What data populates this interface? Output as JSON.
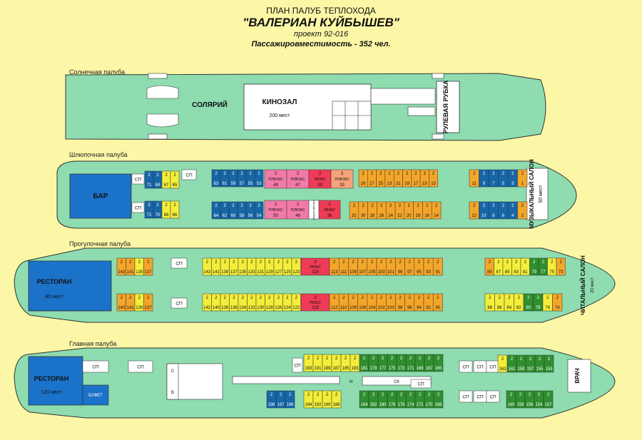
{
  "header": {
    "line1": "ПЛАН ПАЛУБ ТЕПЛОХОДА",
    "line2": "\"ВАЛЕРИАН КУЙБЫШЕВ\"",
    "line3": "проект 92-016",
    "line4": "Пассажировместимость - 352 чел."
  },
  "colors": {
    "hull": "#8edcb0",
    "blue_cabin": "#1666a8",
    "yellow_cabin": "#f4ee3a",
    "orange_cabin": "#f4a62a",
    "green_cabin": "#2f8f2f",
    "lux_pink": "#f27aa8",
    "lux_red": "#ef3b56",
    "plus_orange": "#f6a27a",
    "bar_blue": "#1b72c9",
    "service_white": "#ffffff"
  },
  "decks": {
    "sun": {
      "label": "Солнечная палуба",
      "solarium": "СОЛЯРИЙ",
      "cinema": "КИНОЗАЛ",
      "cinema_seats": "200 мест",
      "wheelhouse": "РУЛЕВАЯ РУБКА"
    },
    "boat": {
      "label": "Шлюпочная палуба",
      "bar": "БАР",
      "music_salon": "МУЗЫКАЛЬНЫЙ САЛОН",
      "music_seats": "50 мест",
      "sp": "СП",
      "entrance": "вход в кинозал",
      "top_row": [
        {
          "n": "71",
          "c": "blue_cabin"
        },
        {
          "n": "69",
          "c": "blue_cabin"
        },
        {
          "n": "67",
          "c": "yellow_cabin",
          "t": "2"
        },
        {
          "n": "65",
          "c": "yellow_cabin",
          "t": "2"
        },
        {
          "n": "63",
          "c": "blue_cabin"
        },
        {
          "n": "61",
          "c": "blue_cabin"
        },
        {
          "n": "59",
          "c": "blue_cabin"
        },
        {
          "n": "57",
          "c": "blue_cabin"
        },
        {
          "n": "55",
          "c": "blue_cabin"
        },
        {
          "n": "53",
          "c": "blue_cabin"
        },
        {
          "n": "49",
          "c": "lux_pink",
          "t": "2",
          "s": "ПЛЮКС"
        },
        {
          "n": "47",
          "c": "lux_pink",
          "t": "2",
          "s": "ПЛЮКС"
        },
        {
          "n": "39",
          "c": "lux_red",
          "t": "2",
          "s": "ЛЮКС"
        },
        {
          "n": "33",
          "c": "plus_orange",
          "t": "3",
          "s": "ПЛЮКС"
        },
        {
          "n": "29",
          "c": "orange_cabin",
          "t": "2"
        },
        {
          "n": "27",
          "c": "orange_cabin",
          "t": "2"
        },
        {
          "n": "25",
          "c": "orange_cabin",
          "t": "2"
        },
        {
          "n": "23",
          "c": "orange_cabin",
          "t": "2"
        },
        {
          "n": "21",
          "c": "orange_cabin",
          "t": "2"
        },
        {
          "n": "19",
          "c": "orange_cabin",
          "t": "2"
        },
        {
          "n": "17",
          "c": "orange_cabin",
          "t": "2"
        },
        {
          "n": "15",
          "c": "orange_cabin",
          "t": "2"
        },
        {
          "n": "13",
          "c": "orange_cabin",
          "t": "2"
        },
        {
          "n": "11",
          "c": "orange_cabin",
          "t": "2"
        },
        {
          "n": "9",
          "c": "blue_cabin"
        },
        {
          "n": "7",
          "c": "blue_cabin"
        },
        {
          "n": "5",
          "c": "blue_cabin"
        },
        {
          "n": "3",
          "c": "blue_cabin"
        },
        {
          "n": "1",
          "c": "orange_cabin",
          "t": "2"
        }
      ],
      "bottom_row": [
        {
          "n": "72",
          "c": "blue_cabin"
        },
        {
          "n": "70",
          "c": "blue_cabin"
        },
        {
          "n": "68",
          "c": "yellow_cabin",
          "t": "2"
        },
        {
          "n": "66",
          "c": "yellow_cabin",
          "t": "2"
        },
        {
          "n": "64",
          "c": "blue_cabin"
        },
        {
          "n": "62",
          "c": "blue_cabin"
        },
        {
          "n": "60",
          "c": "blue_cabin"
        },
        {
          "n": "58",
          "c": "blue_cabin"
        },
        {
          "n": "56",
          "c": "blue_cabin"
        },
        {
          "n": "54",
          "c": "blue_cabin"
        },
        {
          "n": "50",
          "c": "lux_pink",
          "t": "2",
          "s": "ПЛЮКС"
        },
        {
          "n": "48",
          "c": "lux_pink",
          "t": "2",
          "s": "ПЛЮКС"
        },
        {
          "n": "36",
          "c": "lux_red",
          "t": "2",
          "s": "ЛЮКС"
        },
        {
          "n": "32",
          "c": "orange_cabin",
          "t": "2"
        },
        {
          "n": "30",
          "c": "orange_cabin",
          "t": "2"
        },
        {
          "n": "28",
          "c": "orange_cabin",
          "t": "2"
        },
        {
          "n": "26",
          "c": "orange_cabin",
          "t": "2"
        },
        {
          "n": "24",
          "c": "orange_cabin",
          "t": "2"
        },
        {
          "n": "22",
          "c": "orange_cabin",
          "t": "2"
        },
        {
          "n": "20",
          "c": "orange_cabin",
          "t": "2"
        },
        {
          "n": "18",
          "c": "orange_cabin",
          "t": "2"
        },
        {
          "n": "16",
          "c": "orange_cabin",
          "t": "2"
        },
        {
          "n": "14",
          "c": "orange_cabin",
          "t": "2"
        },
        {
          "n": "12",
          "c": "orange_cabin",
          "t": "2"
        },
        {
          "n": "10",
          "c": "blue_cabin"
        },
        {
          "n": "8",
          "c": "blue_cabin"
        },
        {
          "n": "6",
          "c": "blue_cabin"
        },
        {
          "n": "4",
          "c": "blue_cabin"
        },
        {
          "n": "2",
          "c": "orange_cabin",
          "t": "2"
        }
      ]
    },
    "promenade": {
      "label": "Прогулочная палуба",
      "restaurant": "РЕСТОРАН",
      "restaurant_seats": "80 мест",
      "reading_salon": "ЧИТАЛЬНЫЙ САЛОН",
      "reading_seats": "20 мест",
      "sp": "СП",
      "lux_top": {
        "n": "119",
        "t": "2",
        "s": "ЛЮКС"
      },
      "lux_bottom": {
        "n": "118",
        "t": "2",
        "s": "ЛЮКС"
      },
      "top_left": [
        {
          "n": "143",
          "c": "orange_cabin"
        },
        {
          "n": "141",
          "c": "orange_cabin"
        },
        {
          "n": "139",
          "c": "yellow_cabin"
        },
        {
          "n": "137",
          "c": "orange_cabin"
        }
      ],
      "bottom_left": [
        {
          "n": "143",
          "c": "orange_cabin"
        },
        {
          "n": "141",
          "c": "orange_cabin"
        },
        {
          "n": "139",
          "c": "yellow_cabin"
        },
        {
          "n": "137",
          "c": "orange_cabin"
        }
      ],
      "top_mid": [
        "143",
        "141",
        "139",
        "137",
        "135",
        "133",
        "131",
        "129",
        "127",
        "125",
        "123"
      ],
      "bottom_mid": [
        "142",
        "140",
        "138",
        "136",
        "134",
        "132",
        "130",
        "128",
        "126",
        "124",
        "122"
      ],
      "top_right": [
        "113",
        "111",
        "109",
        "107",
        "105",
        "103",
        "101",
        "99",
        "97",
        "95",
        "93",
        "91"
      ],
      "bottom_right": [
        "112",
        "110",
        "108",
        "106",
        "104",
        "102",
        "100",
        "98",
        "96",
        "94",
        "92",
        "90"
      ],
      "top_far": [
        {
          "n": "89",
          "c": "orange_cabin"
        },
        {
          "n": "87",
          "c": "yellow_cabin"
        },
        {
          "n": "85",
          "c": "yellow_cabin"
        },
        {
          "n": "83",
          "c": "yellow_cabin"
        },
        {
          "n": "81",
          "c": "yellow_cabin"
        },
        {
          "n": "79",
          "c": "green_cabin"
        },
        {
          "n": "77",
          "c": "green_cabin"
        },
        {
          "n": "75",
          "c": "yellow_cabin"
        },
        {
          "n": "73",
          "c": "orange_cabin"
        }
      ],
      "bottom_far": [
        {
          "n": "88",
          "c": "yellow_cabin"
        },
        {
          "n": "86",
          "c": "yellow_cabin"
        },
        {
          "n": "84",
          "c": "yellow_cabin"
        },
        {
          "n": "82",
          "c": "yellow_cabin"
        },
        {
          "n": "80",
          "c": "green_cabin"
        },
        {
          "n": "78",
          "c": "green_cabin"
        },
        {
          "n": "76",
          "c": "yellow_cabin"
        },
        {
          "n": "74",
          "c": "orange_cabin"
        }
      ]
    },
    "main": {
      "label": "Главная палуба",
      "restaurant": "РЕСТОРАН",
      "restaurant_seats": "120 мест",
      "buffet": "БУФЕТ",
      "doctor": "ВРАЧ",
      "sp": "СП",
      "c_label": "С",
      "v_label": "В",
      "n_label": "N",
      "ck_label": "СК",
      "top_yellow": [
        "193",
        "191",
        "189",
        "187",
        "185",
        "183"
      ],
      "top_green": [
        "181",
        "179",
        "177",
        "175",
        "173",
        "171",
        "169",
        "167",
        "165"
      ],
      "bottom_blue": [
        "198",
        "197",
        "196"
      ],
      "bottom_yellow": [
        "194",
        "192",
        "190",
        "188"
      ],
      "bottom_green": [
        "184",
        "182",
        "180",
        "178",
        "176",
        "174",
        "172",
        "170",
        "168"
      ],
      "right_top": [
        {
          "n": "163",
          "c": "yellow_cabin"
        },
        {
          "n": "161",
          "c": "green_cabin"
        },
        {
          "n": "159",
          "c": "green_cabin"
        },
        {
          "n": "157",
          "c": "green_cabin"
        },
        {
          "n": "155",
          "c": "green_cabin"
        },
        {
          "n": "153",
          "c": "green_cabin"
        }
      ],
      "right_bottom": [
        {
          "n": "160",
          "c": "green_cabin"
        },
        {
          "n": "158",
          "c": "green_cabin"
        },
        {
          "n": "156",
          "c": "green_cabin"
        },
        {
          "n": "154",
          "c": "green_cabin"
        },
        {
          "n": "157",
          "c": "green_cabin"
        }
      ]
    }
  }
}
